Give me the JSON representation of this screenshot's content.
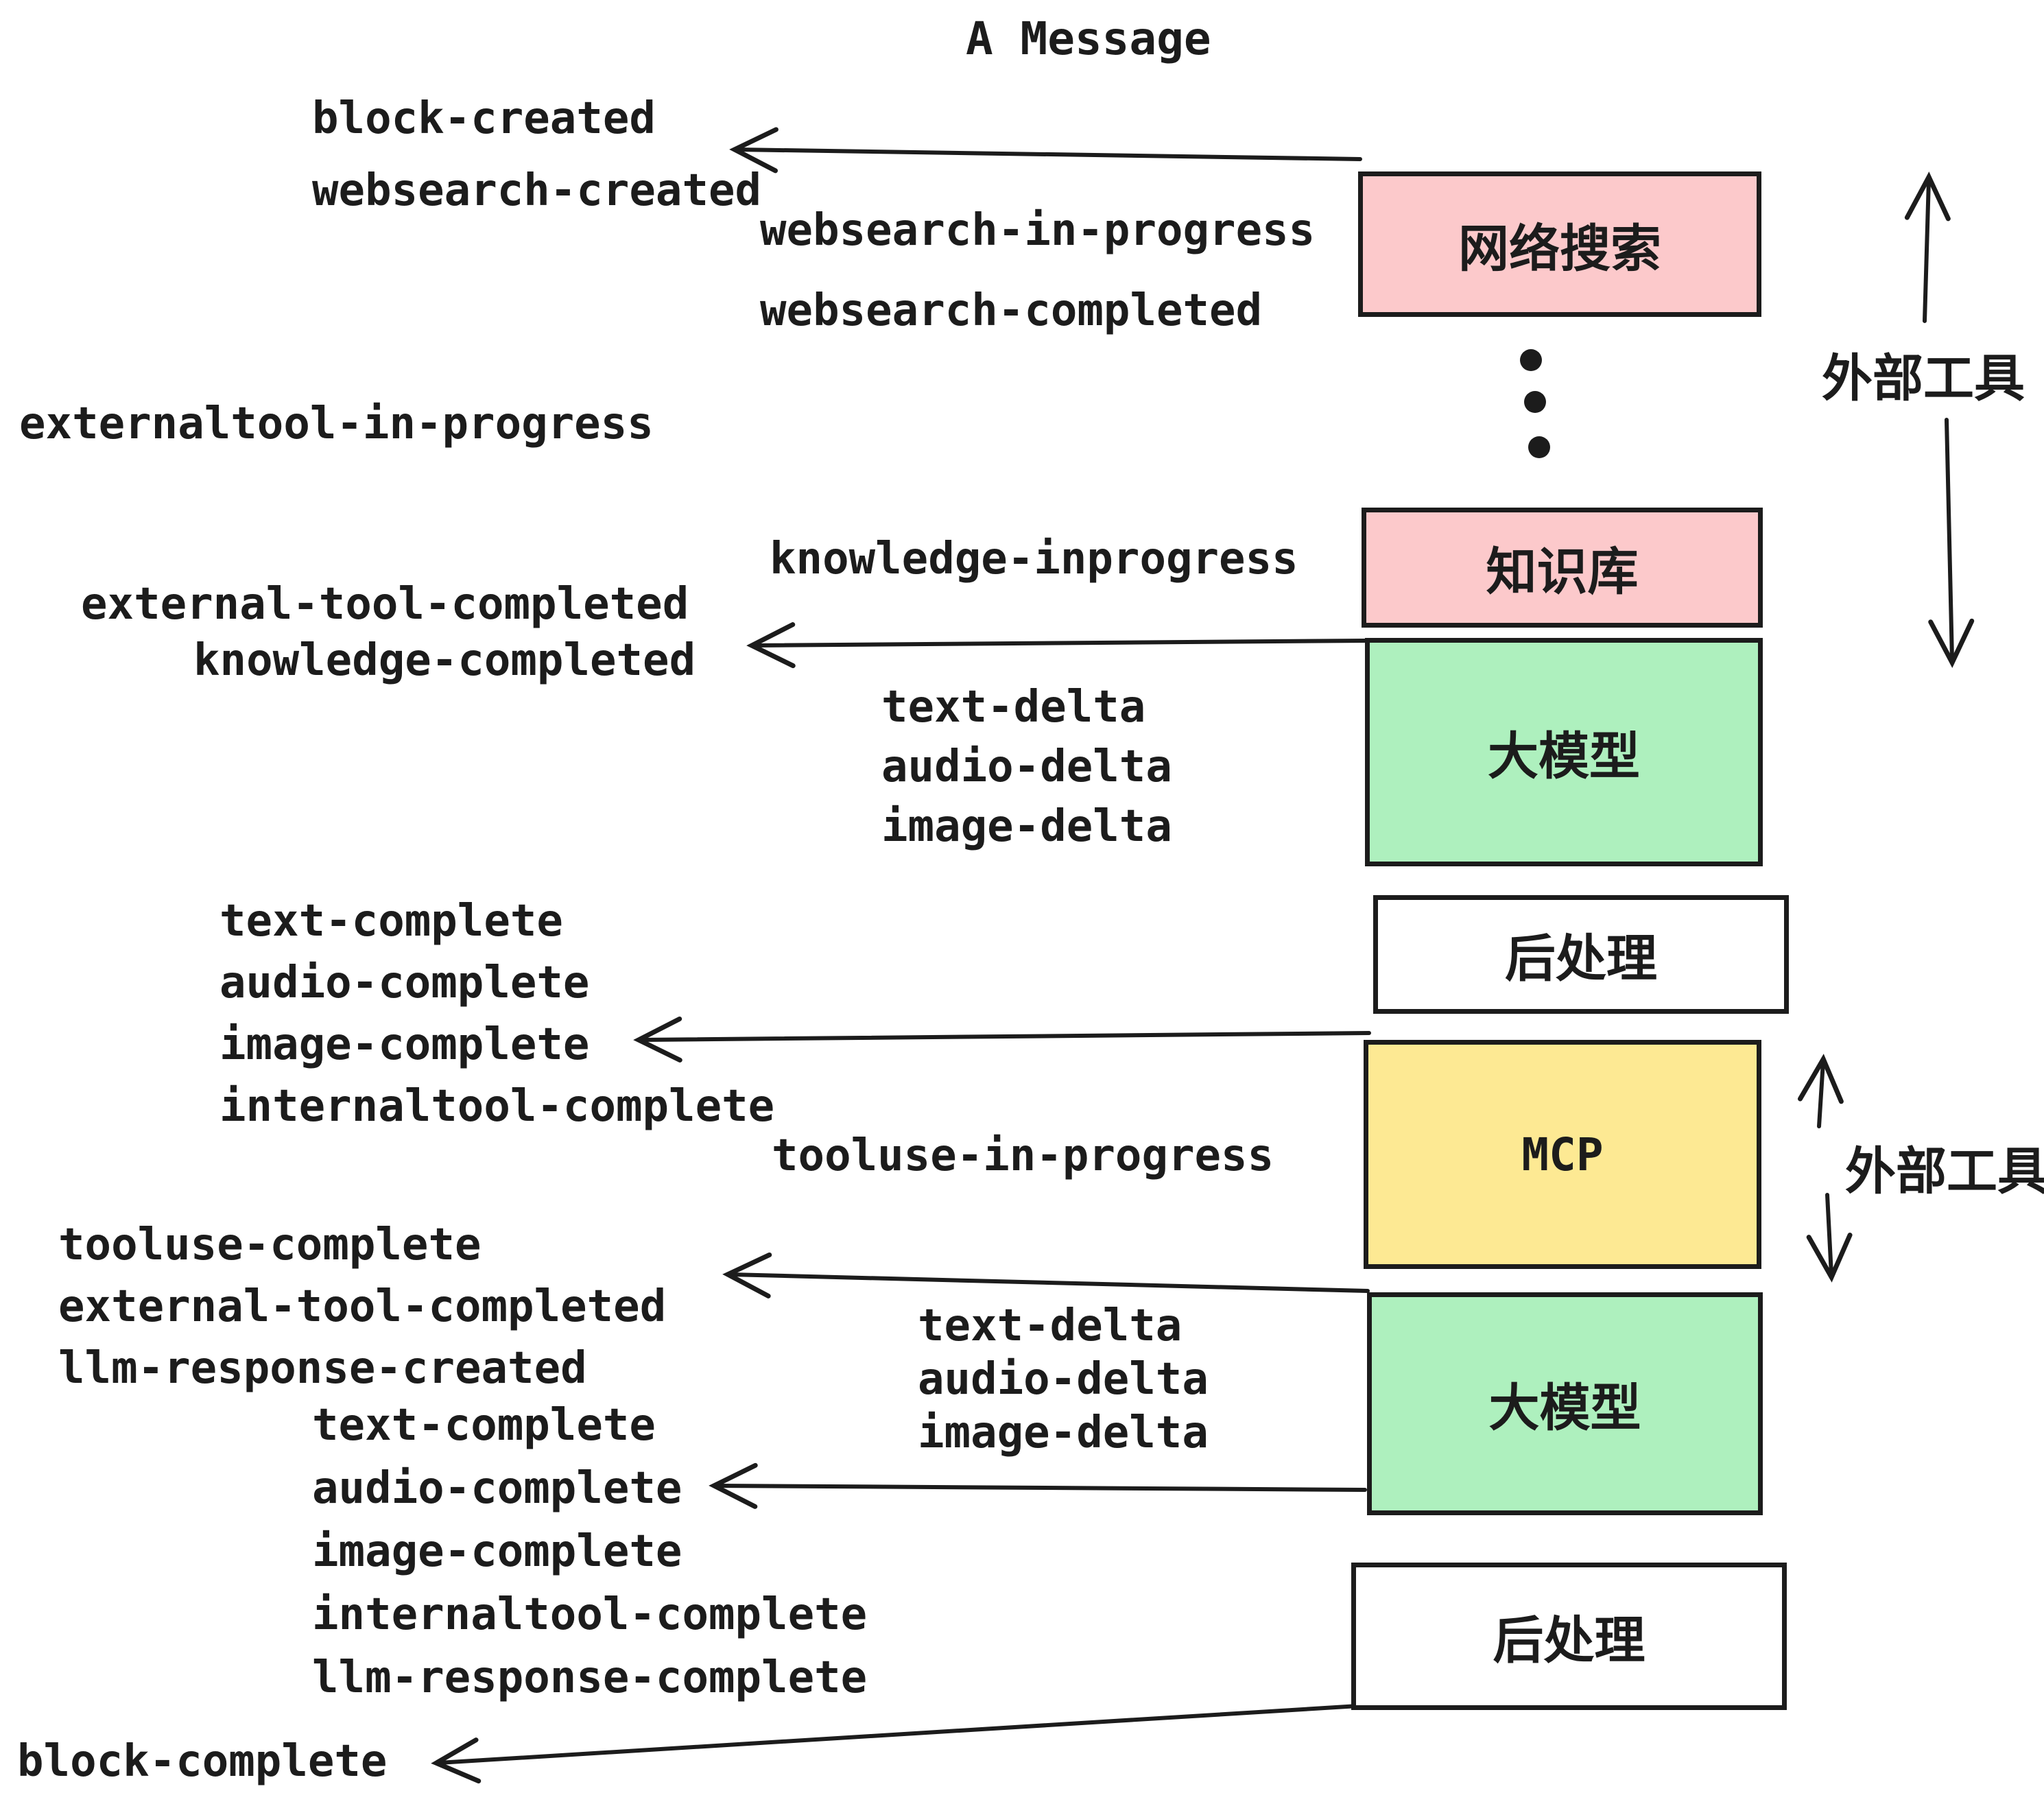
{
  "title": "A Message",
  "colors": {
    "box_pink": "#fcc9cb",
    "box_green": "#aef0be",
    "box_yellow": "#fde993",
    "box_white": "#ffffff",
    "stroke": "#1c1c1c"
  },
  "pipeline": {
    "boxes": [
      {
        "id": "websearch",
        "label": "网络搜索",
        "color": "pink"
      },
      {
        "id": "knowledge",
        "label": "知识库",
        "color": "pink"
      },
      {
        "id": "llm-1",
        "label": "大模型",
        "color": "green"
      },
      {
        "id": "post-1",
        "label": "后处理",
        "color": "white"
      },
      {
        "id": "mcp",
        "label": "MCP",
        "color": "yellow"
      },
      {
        "id": "llm-2",
        "label": "大模型",
        "color": "green"
      },
      {
        "id": "post-2",
        "label": "后处理",
        "color": "white"
      }
    ]
  },
  "side_labels": {
    "external_tools_top": "外部工具",
    "external_tools_mcp": "外部工具"
  },
  "events": {
    "block_created": "block-created",
    "websearch_created": "websearch-created",
    "websearch_in_progress": "websearch-in-progress",
    "websearch_completed": "websearch-completed",
    "externaltool_in_progress": "externaltool-in-progress",
    "knowledge_inprogress": "knowledge-inprogress",
    "external_tool_completed_1": "external-tool-completed",
    "knowledge_completed": "knowledge-completed",
    "text_delta_1": "text-delta",
    "audio_delta_1": "audio-delta",
    "image_delta_1": "image-delta",
    "text_complete_1": "text-complete",
    "audio_complete_1": "audio-complete",
    "image_complete_1": "image-complete",
    "internaltool_complete_1": "internaltool-complete",
    "tooluse_in_progress": "tooluse-in-progress",
    "tooluse_complete": "tooluse-complete",
    "external_tool_completed_2": "external-tool-completed",
    "llm_response_created": "llm-response-created",
    "text_delta_2": "text-delta",
    "audio_delta_2": "audio-delta",
    "image_delta_2": "image-delta",
    "text_complete_2": "text-complete",
    "audio_complete_2": "audio-complete",
    "image_complete_2": "image-complete",
    "internaltool_complete_2": "internaltool-complete",
    "llm_response_complete": "llm-response-complete",
    "block_complete": "block-complete"
  }
}
